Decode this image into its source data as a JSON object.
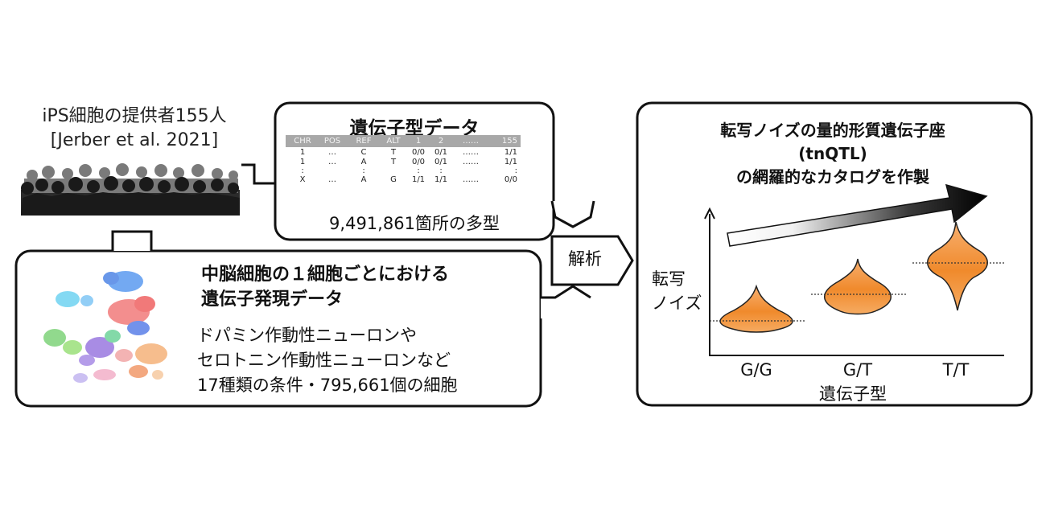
{
  "donors": {
    "line1": "iPS細胞の提供者155人",
    "line2": "[Jerber et al. 2021]"
  },
  "genotype_box": {
    "title": "遺伝子型データ",
    "table": {
      "headers": [
        "CHR",
        "POS",
        "REF",
        "ALT",
        "1",
        "2",
        "……",
        "155"
      ],
      "rows": [
        [
          "1",
          "…",
          "C",
          "T",
          "0/0",
          "0/1",
          "……",
          "1/1"
        ],
        [
          "1",
          "…",
          "A",
          "T",
          "0/0",
          "0/1",
          "……",
          "1/1"
        ],
        [
          ":",
          "",
          ":",
          "",
          ":",
          ":",
          "",
          ":"
        ],
        [
          "X",
          "…",
          "A",
          "G",
          "1/1",
          "1/1",
          "……",
          "0/0"
        ]
      ]
    },
    "polymorphisms": "9,491,861箇所の多型"
  },
  "midbrain_box": {
    "title_line1": "中脳細胞の１細胞ごとにおける",
    "title_line2": "遺伝子発現データ",
    "desc_line1": "ドパミン作動性ニューロンや",
    "desc_line2": "セロトニン作動性ニューロンなど",
    "desc_line3": "17種類の条件・795,661個の細胞"
  },
  "analysis_label": "解析",
  "result_box": {
    "title_line1": "転写ノイズの量的形質遺伝子座",
    "title_line2": "(tnQTL)",
    "title_line3": "の網羅的なカタログを作製",
    "y_label_line1": "転写",
    "y_label_line2": "ノイズ",
    "x_axis_label": "遺伝子型",
    "genotypes": [
      "G/G",
      "G/T",
      "T/T"
    ],
    "violin_color": "#f08a2c"
  }
}
